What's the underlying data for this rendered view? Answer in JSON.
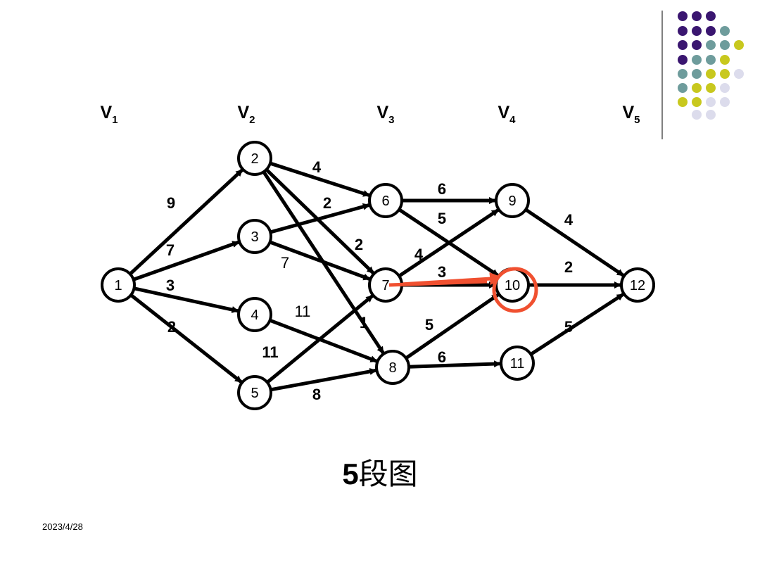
{
  "stages": [
    {
      "base": "V",
      "sub": "1"
    },
    {
      "base": "V",
      "sub": "2"
    },
    {
      "base": "V",
      "sub": "3"
    },
    {
      "base": "V",
      "sub": "4"
    },
    {
      "base": "V",
      "sub": "5"
    }
  ],
  "nodes": [
    "1",
    "2",
    "3",
    "4",
    "5",
    "6",
    "7",
    "8",
    "9",
    "10",
    "11",
    "12"
  ],
  "edges": [
    {
      "from": "1",
      "to": "2",
      "weight": "9"
    },
    {
      "from": "1",
      "to": "3",
      "weight": "7"
    },
    {
      "from": "1",
      "to": "4",
      "weight": "3"
    },
    {
      "from": "1",
      "to": "5",
      "weight": "2"
    },
    {
      "from": "2",
      "to": "6",
      "weight": "4"
    },
    {
      "from": "2",
      "to": "7",
      "weight": "2"
    },
    {
      "from": "2",
      "to": "8",
      "weight": "1"
    },
    {
      "from": "3",
      "to": "6",
      "weight": "2"
    },
    {
      "from": "3",
      "to": "7",
      "weight": "7"
    },
    {
      "from": "4",
      "to": "8",
      "weight": "11"
    },
    {
      "from": "5",
      "to": "7",
      "weight": "11"
    },
    {
      "from": "5",
      "to": "8",
      "weight": "8"
    },
    {
      "from": "6",
      "to": "9",
      "weight": "6"
    },
    {
      "from": "6",
      "to": "10",
      "weight": "5"
    },
    {
      "from": "7",
      "to": "9",
      "weight": "4"
    },
    {
      "from": "7",
      "to": "10",
      "weight": "3"
    },
    {
      "from": "8",
      "to": "10",
      "weight": "5"
    },
    {
      "from": "8",
      "to": "11",
      "weight": "6"
    },
    {
      "from": "9",
      "to": "12",
      "weight": "4"
    },
    {
      "from": "10",
      "to": "12",
      "weight": "2"
    },
    {
      "from": "11",
      "to": "12",
      "weight": "5"
    }
  ],
  "highlight": {
    "path_from": "7",
    "path_to": "10",
    "circled_node": "10",
    "color": "#f05030"
  },
  "caption": {
    "number": "5",
    "text": "段图"
  },
  "date": "2023/4/28",
  "colors": {
    "edge": "#000000",
    "node_fill": "#ffffff",
    "purple": "#3a1670",
    "teal": "#6e9c9c",
    "yellow": "#c8c81e",
    "lavender": "#dcdcec"
  },
  "decoration": [
    [
      "purple",
      "purple",
      "purple"
    ],
    [
      "purple",
      "purple",
      "purple",
      "teal"
    ],
    [
      "purple",
      "purple",
      "teal",
      "teal",
      "yellow"
    ],
    [
      "purple",
      "teal",
      "teal",
      "yellow"
    ],
    [
      "teal",
      "teal",
      "yellow",
      "yellow",
      "lavender"
    ],
    [
      "teal",
      "yellow",
      "yellow",
      "lavender"
    ],
    [
      "yellow",
      "yellow",
      "lavender",
      "lavender"
    ],
    [
      "lavender",
      "lavender"
    ]
  ]
}
